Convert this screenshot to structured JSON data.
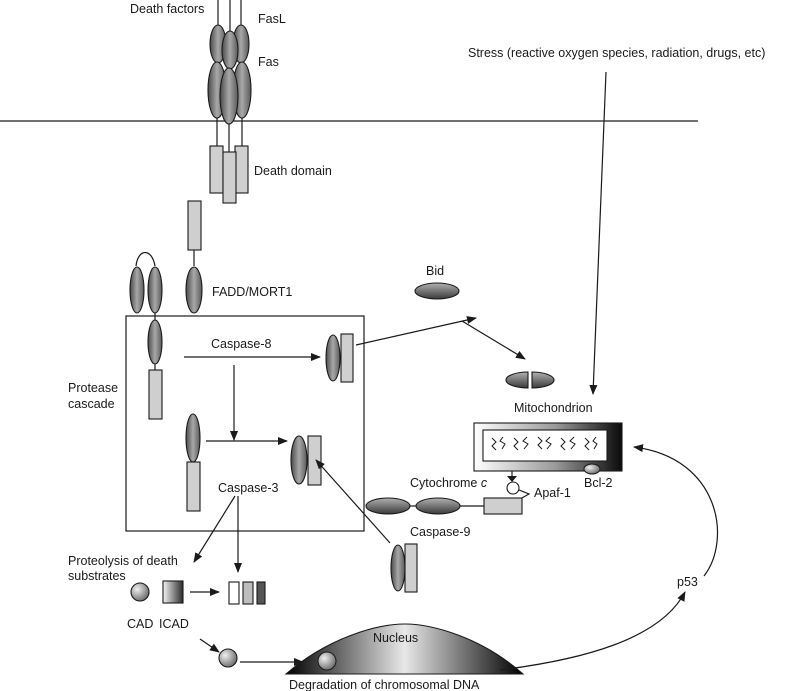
{
  "labels": {
    "death_factors": "Death factors",
    "fasl": "FasL",
    "fas": "Fas",
    "stress": "Stress (reactive oxygen species, radiation, drugs, etc)",
    "death_domain": "Death domain",
    "fadd": "FADD/MORT1",
    "bid": "Bid",
    "caspase8": "Caspase-8",
    "protease_line1": "Protease",
    "protease_line2": "cascade",
    "mitochondrion": "Mitochondrion",
    "caspase3": "Caspase-3",
    "cytochrome": "Cytochrome ",
    "cytochrome_c": "c",
    "apaf1": "Apaf-1",
    "bcl2": "Bcl-2",
    "caspase9": "Caspase-9",
    "proteolysis_line1": "Proteolysis of death",
    "proteolysis_line2": "substrates",
    "p53": "p53",
    "cad": "CAD",
    "icad": "ICAD",
    "nucleus": "Nucleus",
    "degradation": "Degradation of chromosomal DNA"
  }
}
